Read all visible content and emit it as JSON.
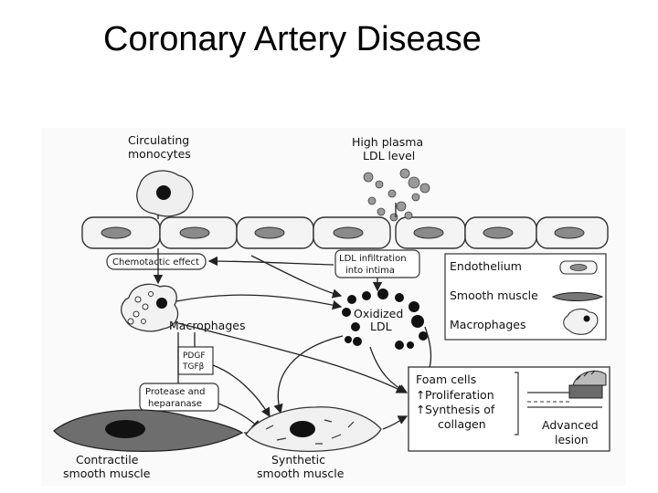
{
  "slide": {
    "title": "Coronary Artery Disease"
  },
  "diagram": {
    "circulating_monocytes": [
      "Circulating",
      "monocytes"
    ],
    "high_plasma_ldl": [
      "High plasma",
      "LDL level"
    ],
    "chemotactic_effect": "Chemotactic effect",
    "ldl_infiltration": [
      "LDL infiltration",
      "into intima"
    ],
    "macrophages": "Macrophages",
    "oxidized_ldl": [
      "Oxidized",
      "LDL"
    ],
    "pdgf_tgfb": [
      "PDGF",
      "TGFβ"
    ],
    "protease": [
      "Protease and",
      "heparanase"
    ],
    "contractile": [
      "Contractile",
      "smooth muscle"
    ],
    "synthetic": [
      "Synthetic",
      "smooth muscle"
    ],
    "legend": {
      "endothelium": "Endothelium",
      "smooth_muscle": "Smooth muscle",
      "macrophages": "Macrophages"
    },
    "lesion": {
      "foam_cells": "Foam cells",
      "proliferation": "Proliferation",
      "synthesis": [
        "Synthesis of",
        "collagen"
      ],
      "advanced": [
        "Advanced",
        "lesion"
      ]
    }
  }
}
